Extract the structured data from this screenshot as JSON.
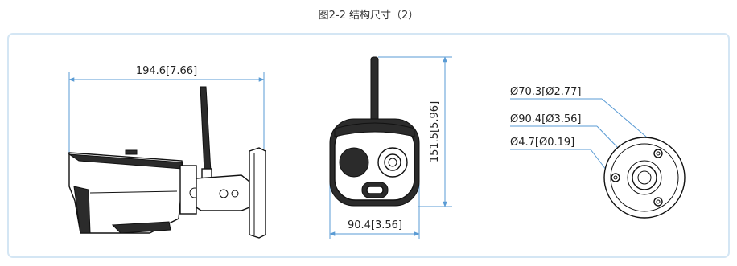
{
  "caption": "图2-2 结构尺寸（2）",
  "dims": {
    "length": "194.6[7.66]",
    "height": "151.5[5.96]",
    "width": "90.4[3.56]",
    "mount_outer": "Ø70.3[Ø2.77]",
    "mount_pcd": "Ø90.4[Ø3.56]",
    "mount_hole": "Ø4.7[Ø0.19]"
  },
  "colors": {
    "dimension_line": "#5a9bd4",
    "frame_border": "#d4e6f4",
    "outline": "#111111"
  }
}
